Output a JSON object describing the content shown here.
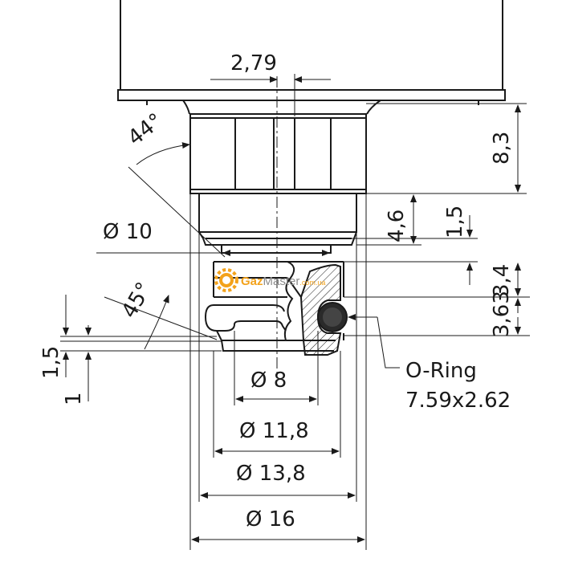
{
  "dimensions": {
    "top_offset": "2,79",
    "angle_top": "44°",
    "height_right_top": "8,3",
    "height_4_6": "4,6",
    "height_1_5_right": "1,5",
    "dia_10": "Ø 10",
    "angle_bottom": "45°",
    "height_3_4": "3,4",
    "height_3_63": "3,63",
    "height_1_5_left": "1,5",
    "height_1_left": "1",
    "dia_8": "Ø 8",
    "dia_11_8": "Ø 11,8",
    "dia_13_8": "Ø 13,8",
    "dia_16": "Ø 16"
  },
  "oring": {
    "label": "O-Ring",
    "size": "7.59x2.62"
  },
  "watermark": {
    "name_part1": "Gaz",
    "name_part2": "Master",
    "domain": ".com.ua",
    "colors": {
      "orange": "#f3a21b",
      "gray": "#8c8c8c"
    }
  }
}
